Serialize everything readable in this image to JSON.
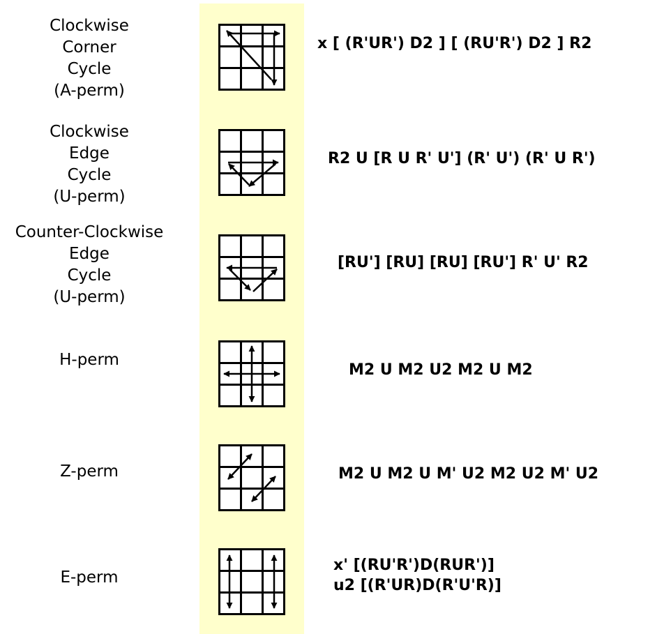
{
  "rows": [
    {
      "name_lines": [
        "Clockwise",
        "Corner",
        "Cycle",
        "(A-perm)"
      ],
      "algorithm_lines": [
        "x [ (R'UR') D2 ] [ (RU'R') D2 ] R2"
      ]
    },
    {
      "name_lines": [
        "Clockwise",
        "Edge",
        "Cycle",
        "(U-perm)"
      ],
      "algorithm_lines": [
        "R2 U [R U R' U'] (R' U') (R' U R')"
      ]
    },
    {
      "name_lines": [
        "Counter-Clockwise",
        "Edge",
        "Cycle",
        "(U-perm)"
      ],
      "algorithm_lines": [
        "[RU'] [RU] [RU] [RU'] R' U' R2"
      ]
    },
    {
      "name_lines": [
        "H-perm"
      ],
      "algorithm_lines": [
        "M2 U M2 U2 M2 U M2"
      ]
    },
    {
      "name_lines": [
        "Z-perm"
      ],
      "algorithm_lines": [
        "M2 U M2 U M' U2 M2 U2 M' U2"
      ]
    },
    {
      "name_lines": [
        "E-perm"
      ],
      "algorithm_lines": [
        "x' [(RU'R')D(RUR')]",
        "u2 [(R'UR)D(R'U'R)]"
      ]
    }
  ],
  "colors": {
    "strip_background": "#ffffcc",
    "line": "#000000"
  }
}
